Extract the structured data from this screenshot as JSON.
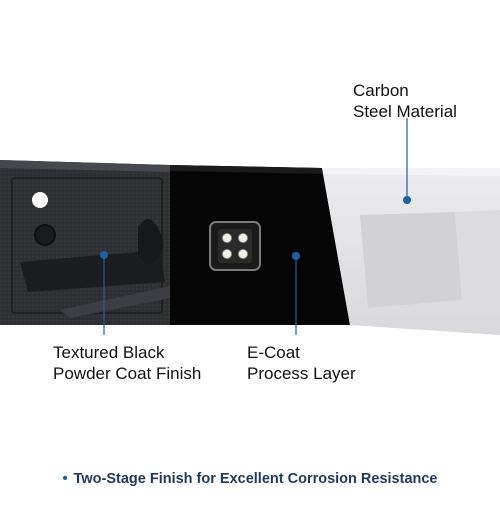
{
  "labels": {
    "carbon": {
      "line1": "Carbon",
      "line2": "Steel Material"
    },
    "textured": {
      "line1": "Textured Black",
      "line2": "Powder Coat Finish"
    },
    "ecoat": {
      "line1": "E-Coat",
      "line2": "Process Layer"
    }
  },
  "footer": {
    "bullet": "•",
    "text": "Two-Stage Finish for Excellent Corrosion Resistance"
  },
  "colors": {
    "marker": "#1d5fa8",
    "tagline": "#1d3a5e",
    "powder_coat": "#2e3033",
    "ecoat": "#050505",
    "carbon_steel": "#e1e1e3"
  }
}
